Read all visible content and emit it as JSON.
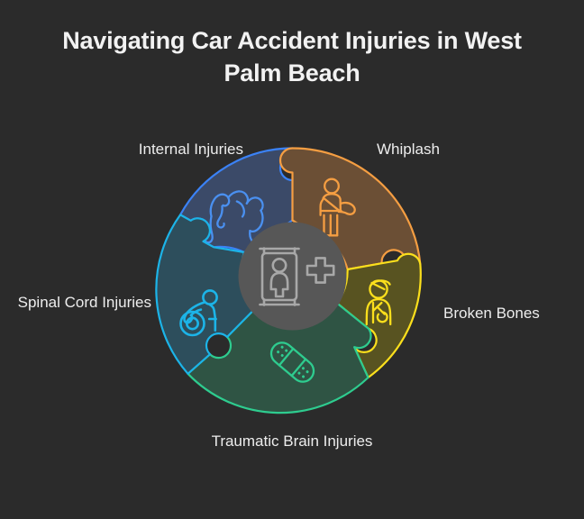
{
  "page": {
    "background_color": "#2b2b2b",
    "title": "Navigating Car Accident Injuries in West Palm Beach"
  },
  "diagram": {
    "type": "circular-puzzle",
    "center_icon": {
      "name": "stretcher-medical-cross-icon",
      "color": "#a8a8a8",
      "background_color": "#575757"
    },
    "segments": [
      {
        "id": "whiplash",
        "label": "Whiplash",
        "color": "#f59e42",
        "fill_color": "#6b4f35",
        "icon": "person-neck-brace-sling-icon",
        "position": "top-right"
      },
      {
        "id": "broken-bones",
        "label": "Broken Bones",
        "color": "#fbdf1c",
        "fill_color": "#585321",
        "icon": "person-head-bandage-arm-cast-icon",
        "position": "right"
      },
      {
        "id": "traumatic-brain-injuries",
        "label": "Traumatic Brain Injuries",
        "color": "#2ecc8f",
        "fill_color": "#2f5444",
        "icon": "adhesive-bandage-icon",
        "position": "bottom"
      },
      {
        "id": "spinal-cord-injuries",
        "label": "Spinal Cord Injuries",
        "color": "#1cb4e8",
        "fill_color": "#2d4e5c",
        "icon": "wheelchair-accessibility-icon",
        "position": "left"
      },
      {
        "id": "internal-injuries",
        "label": "Internal Injuries",
        "color": "#3b82f6",
        "fill_color": "#3b4a68",
        "icon": "intestines-colon-icon",
        "position": "top-left"
      }
    ]
  }
}
